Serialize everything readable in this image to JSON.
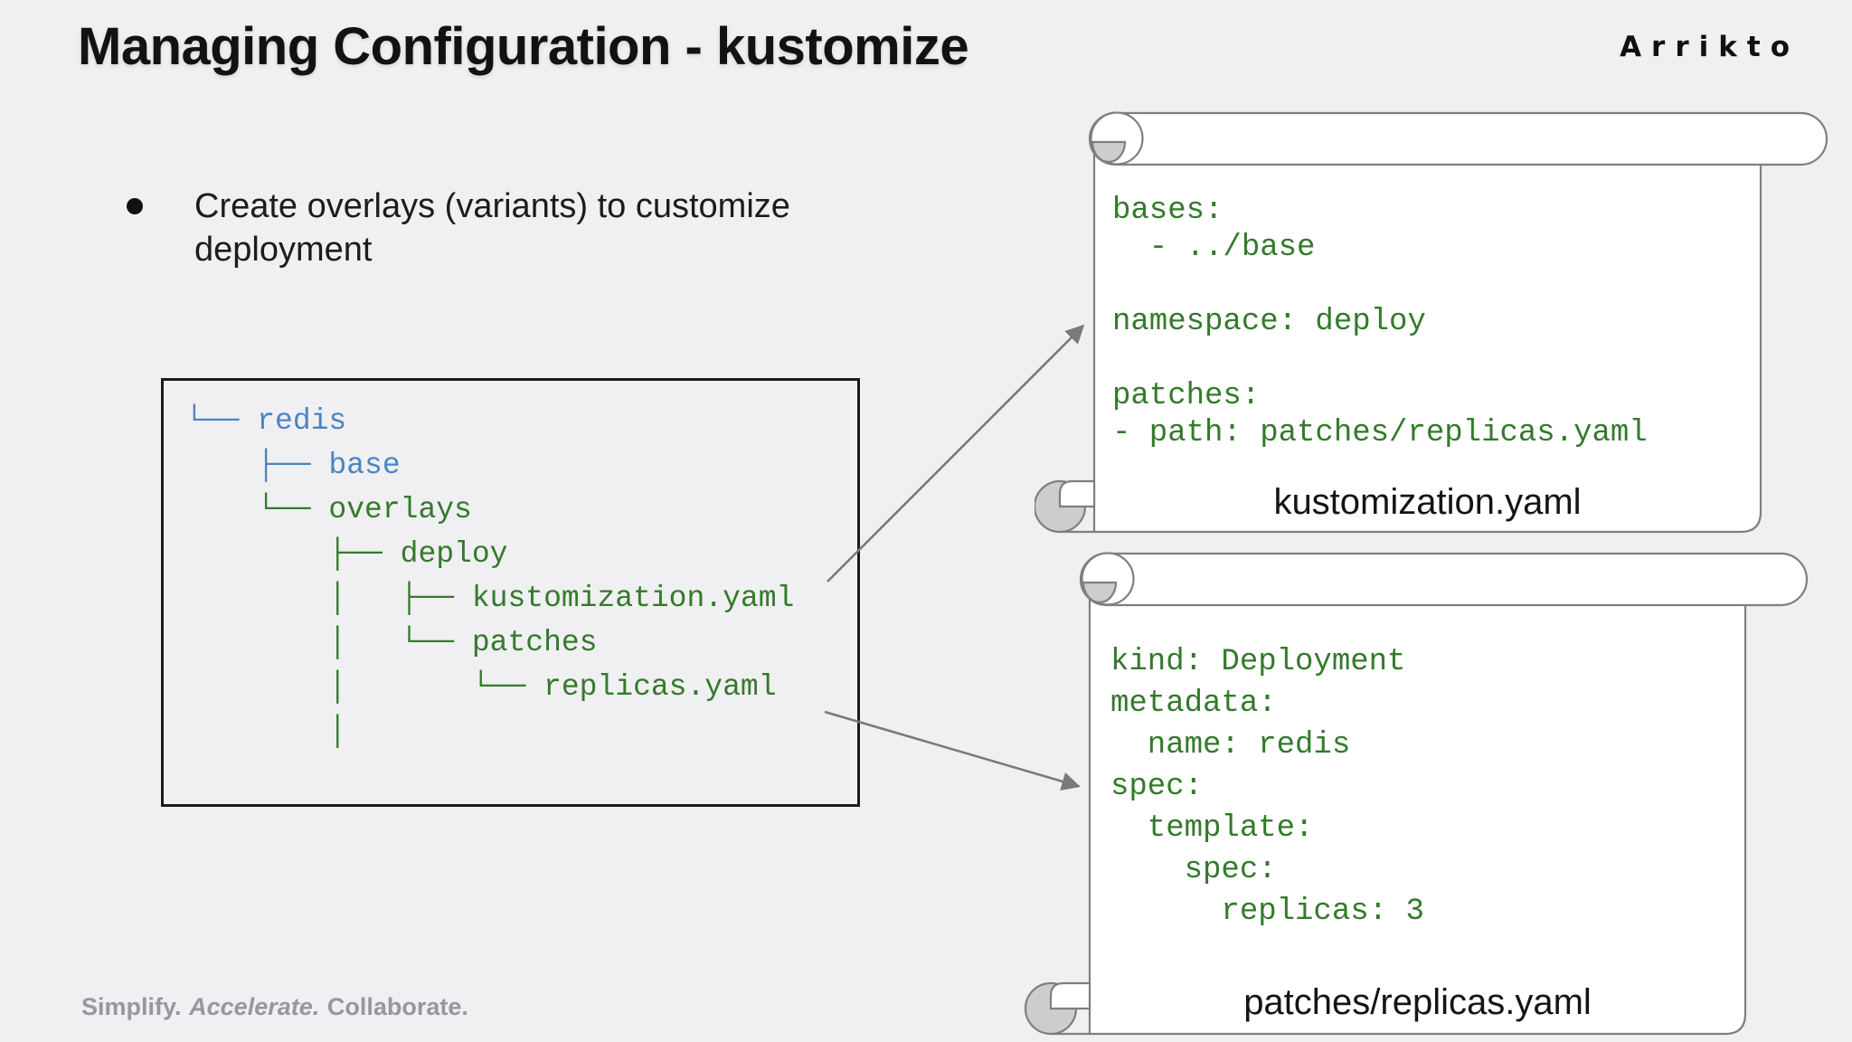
{
  "theme": {
    "background": "#f0eff1",
    "ink": "#121212",
    "code_green": "#337a2b",
    "tree_blue": "#4a85c4",
    "scroll_border": "#7f7f7f",
    "scroll_fill": "#ffffff",
    "curl_fill": "#cdcdcd",
    "arrow": "#7a7a7a",
    "box_border": "#1a1a1a",
    "footer_gray": "#97979d"
  },
  "header": {
    "title": "Managing Configuration - kustomize",
    "logo": "Arrikto"
  },
  "bullet": {
    "text": "Create overlays (variants) to customize deployment"
  },
  "tree": {
    "lines": [
      {
        "text": "└── redis",
        "tone": "blue"
      },
      {
        "text": "    ├── base",
        "tone": "blue"
      },
      {
        "text": "    └── overlays",
        "tone": "green"
      },
      {
        "text": "        ├── deploy",
        "tone": "green"
      },
      {
        "text": "        │   ├── kustomization.yaml",
        "tone": "green"
      },
      {
        "text": "        │   └── patches",
        "tone": "green"
      },
      {
        "text": "        │       └── replicas.yaml",
        "tone": "green"
      },
      {
        "text": "        │",
        "tone": "green"
      }
    ]
  },
  "scrolls": [
    {
      "label": "kustomization.yaml",
      "lines": [
        "bases:",
        "  - ../base",
        " ",
        "namespace: deploy",
        " ",
        "patches:",
        "- path: patches/replicas.yaml"
      ]
    },
    {
      "label": "patches/replicas.yaml",
      "lines": [
        "kind: Deployment",
        "metadata:",
        "  name: redis",
        "spec:",
        "  template:",
        "    spec:",
        "      replicas: 3"
      ]
    }
  ],
  "footer": {
    "part1": "Simplify.",
    "part2": "Accelerate.",
    "part3": "Collaborate."
  }
}
